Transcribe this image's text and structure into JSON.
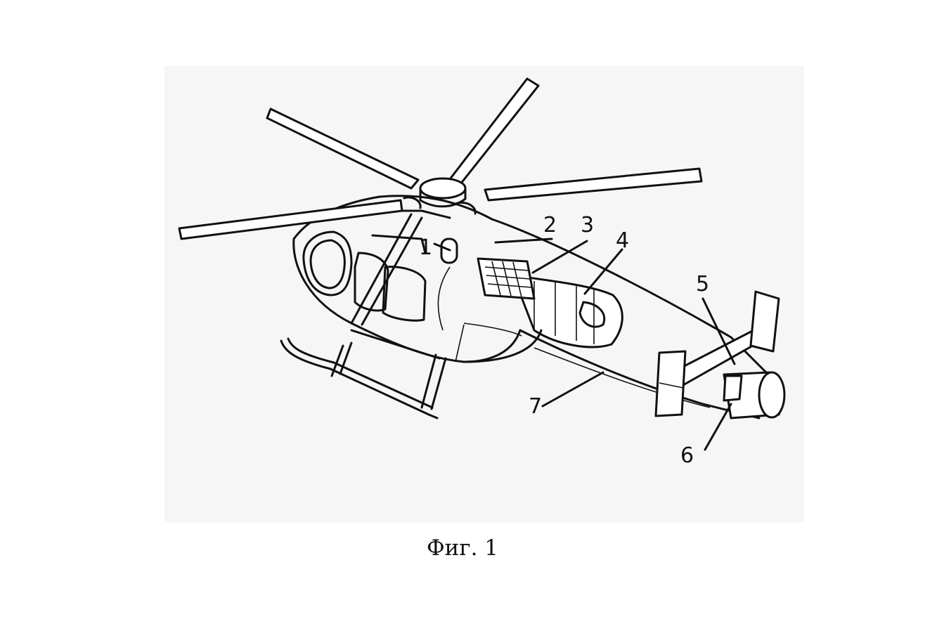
{
  "figure": {
    "caption": "Фиг. 1",
    "callouts": [
      {
        "id": "1",
        "text": "1"
      },
      {
        "id": "2",
        "text": "2"
      },
      {
        "id": "3",
        "text": "3"
      },
      {
        "id": "4",
        "text": "4"
      },
      {
        "id": "5",
        "text": "5"
      },
      {
        "id": "6",
        "text": "6"
      },
      {
        "id": "7",
        "text": "7"
      }
    ]
  }
}
